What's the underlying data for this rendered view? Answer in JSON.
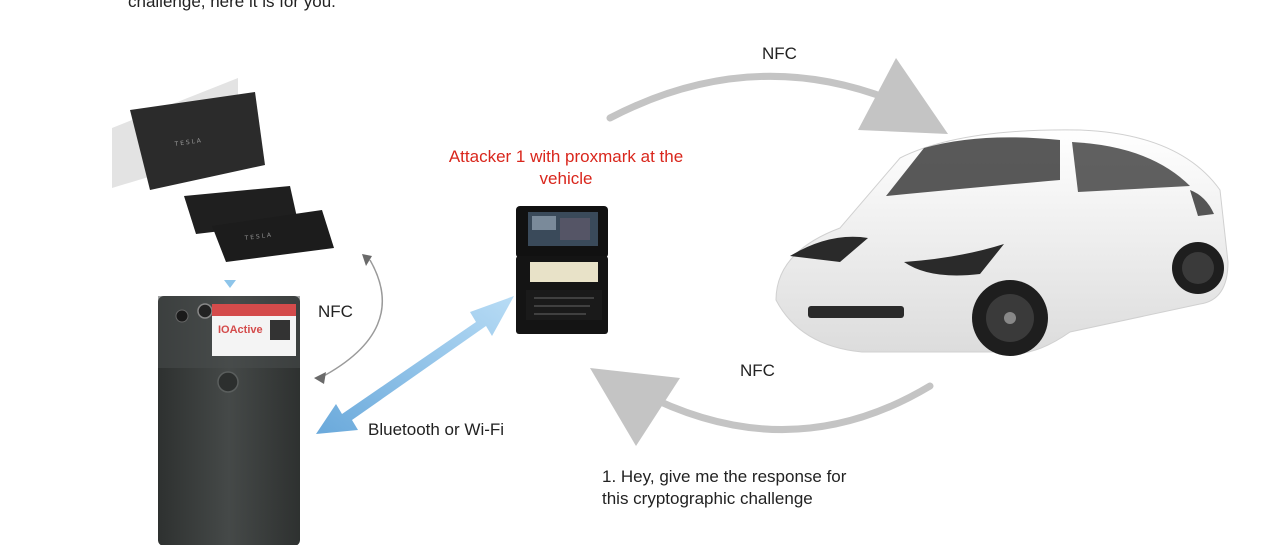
{
  "caption": {
    "top_text": "challenge, here it is for you."
  },
  "labels": {
    "nfc_top": "NFC",
    "nfc_left": "NFC",
    "nfc_bottom": "NFC",
    "bluetooth": "Bluetooth or Wi-Fi",
    "attacker_line1": "Attacker 1 with proxmark at the",
    "attacker_line2": "vehicle",
    "challenge_line1": "1. Hey, give me the response for",
    "challenge_line2": "this cryptographic challenge"
  },
  "phone": {
    "sticker_text": "IOActive"
  },
  "colors": {
    "attacker_text": "#d9261c",
    "bluetooth_arrow": "#8fc4ea",
    "nfc_arrow": "#c4c4c4",
    "phone_body": "#3a3d3c",
    "car_body": "#f2f2f2"
  }
}
